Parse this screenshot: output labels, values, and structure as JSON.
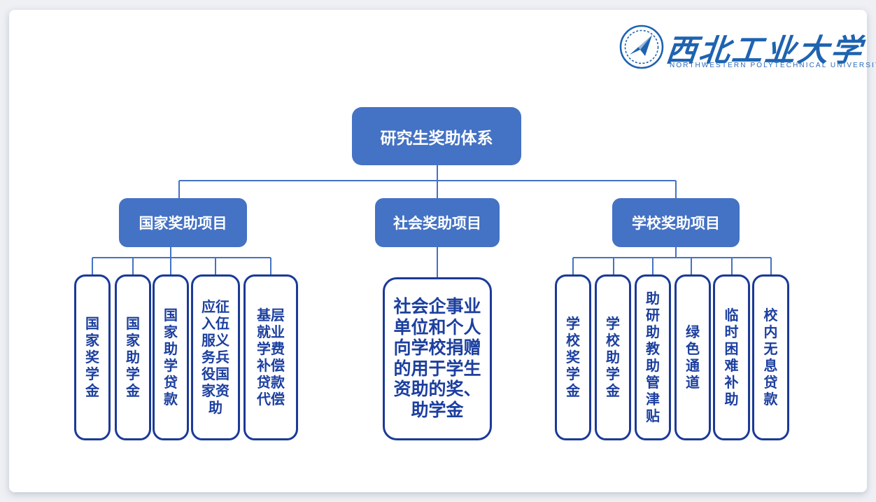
{
  "page": {
    "background_color": "#eef0f4",
    "slide_background_color": "#ffffff"
  },
  "logo": {
    "emblem_icon": "npu-circular-emblem-paper-airplane",
    "university_cn": "西北工业大学",
    "university_en": "NORTHWESTERN POLYTECHNICAL UNIVERSITY",
    "color": "#1e63b0"
  },
  "colors": {
    "node_fill": "#4472C4",
    "node_text": "#ffffff",
    "connector": "#4472C4",
    "leaf_border": "#1b3a97",
    "leaf_text": "#1c3f9f"
  },
  "chart": {
    "type": "hierarchy-diagram",
    "root": {
      "label": "研究生奖助体系"
    },
    "branches": [
      {
        "label": "国家奖助项目",
        "children": [
          "国家奖学金",
          "国家助学金",
          "国家助学贷款",
          "应征入伍服义务兵役国家资助",
          "基层就业学费补偿贷款代偿"
        ]
      },
      {
        "label": "社会奖助项目",
        "children": [
          "社会企事业单位和个人向学校捐赠的用于学生资助的奖、助学金"
        ]
      },
      {
        "label": "学校奖助项目",
        "children": [
          "学校奖学金",
          "学校助学金",
          "助研助教助管津贴",
          "绿色通道",
          "临时困难补助",
          "校内无息贷款"
        ]
      }
    ]
  }
}
